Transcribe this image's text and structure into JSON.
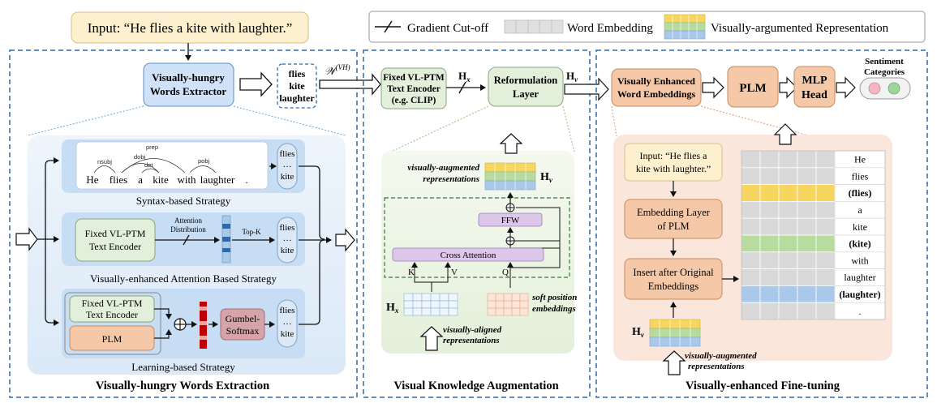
{
  "input_text": "Input: “He flies a kite with laughter.”",
  "legend": {
    "gradient_cutoff": "Gradient Cut-off",
    "word_embedding": "Word Embedding",
    "visual_rep": "Visually-argumented Representation"
  },
  "section1": {
    "title": "Visually-hungry Words Extraction",
    "extractor": [
      "Visually-hungry",
      "Words Extractor"
    ],
    "words_box": [
      "flies",
      "kite",
      "laughter"
    ],
    "w_label": "𝒲",
    "w_sup": "(VH)",
    "syntax": {
      "label": "Syntax-based Strategy",
      "tokens": [
        "He",
        "flies",
        "a",
        "kite",
        "with",
        "laughter",
        "."
      ],
      "deps": [
        "nsubj",
        "prep",
        "dobj",
        "det",
        "pobj"
      ],
      "output": [
        "flies",
        "…",
        "kite"
      ]
    },
    "attention": {
      "label": "Visually-enhanced Attention Based Strategy",
      "encoder": [
        "Fixed VL-PTM",
        "Text Encoder"
      ],
      "dist": [
        "Attention",
        "Distribution"
      ],
      "topk": "Top-K",
      "output": [
        "flies",
        "…",
        "kite"
      ]
    },
    "learning": {
      "label": "Learning-based Strategy",
      "encoder": [
        "Fixed VL-PTM",
        "Text Encoder"
      ],
      "plm": "PLM",
      "gumbel": [
        "Gumbel-",
        "Softmax"
      ],
      "output": [
        "flies",
        "…",
        "kite"
      ]
    }
  },
  "section2": {
    "title": "Visual Knowledge Augmentation",
    "encoder": [
      "Fixed VL-PTM",
      "Text Encoder",
      "(e.g. CLIP)"
    ],
    "hx": "H",
    "hx_sub": "x",
    "reformulation": [
      "Reformulation",
      "Layer"
    ],
    "hv": "H",
    "hv_sub": "v",
    "aug_label": [
      "visually-augmented",
      "representations"
    ],
    "ffw": "FFW",
    "cross_attention": "Cross Attention",
    "k": "K",
    "v": "V",
    "q": "Q",
    "soft_pos": [
      "soft position",
      "embeddings"
    ],
    "aligned": [
      "visually-aligned",
      "representations"
    ]
  },
  "section3": {
    "title": "Visually-enhanced Fine-tuning",
    "vewe": [
      "Visually Enhanced",
      "Word Embeddings"
    ],
    "plm": "PLM",
    "mlp": [
      "MLP",
      "Head"
    ],
    "sentiment": [
      "Sentiment",
      "Categories"
    ],
    "input_box": [
      "Input: “He flies a",
      "kite with laughter.”"
    ],
    "embedding_layer": [
      "Embedding Layer",
      "of PLM"
    ],
    "insert": [
      "Insert after Original",
      "Embeddings"
    ],
    "aug_label": [
      "visually-augmented",
      "representations"
    ],
    "rows": [
      "He",
      "flies",
      "(flies)",
      "a",
      "kite",
      "(kite)",
      "with",
      "laughter",
      "(laughter)",
      "."
    ],
    "row_kinds": [
      "word",
      "word",
      "visual-yellow",
      "word",
      "word",
      "visual-green",
      "word",
      "word",
      "visual-blue",
      "word"
    ]
  },
  "colors": {
    "blue_fill": "#cfe2f7",
    "green_fill": "#e2efda",
    "orange_fill": "#f5c9a8",
    "pink_bg": "#fbe6dc",
    "dashed_blue": "#2e6aa8",
    "yellow": "#f7d660",
    "green": "#b8dca0",
    "blue": "#a9c9ea",
    "gray": "#d9d9d9",
    "red": "#c00000",
    "gumbel": "#d6a4a8"
  }
}
